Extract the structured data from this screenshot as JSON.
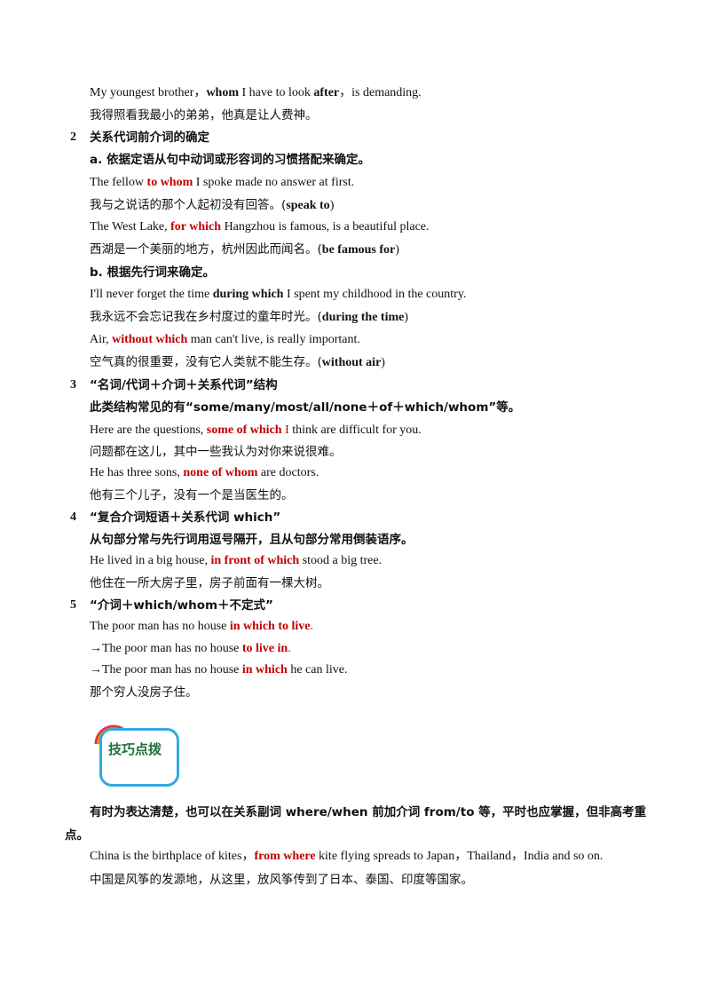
{
  "s1": {
    "l1": {
      "a": "My youngest brother，",
      "b": "whom",
      "c": " I have to look ",
      "d": "after",
      "e": "，is demanding."
    },
    "l2": "我得照看我最小的弟弟，他真是让人费神。"
  },
  "s2": {
    "num": "2",
    "title": "关系代词前介词的确定",
    "a_title": "a. 依据定语从句中动词或形容词的习惯搭配来确定。",
    "ex1": {
      "a": "The fellow ",
      "red": "to whom",
      "c": " I spoke made no answer at first."
    },
    "ex1_cn": {
      "a": "我与之说话的那个人起初没有回答。(",
      "b": "speak to",
      "c": ")"
    },
    "ex2": {
      "a": "The West Lake, ",
      "red": "for which",
      "c": " Hangzhou is famous, is a beautiful place."
    },
    "ex2_cn": {
      "a": "西湖是一个美丽的地方，杭州因此而闻名。(",
      "b": "be famous for",
      "c": ")"
    },
    "b_title": "b. 根据先行词来确定。",
    "ex3": {
      "a": "I'll never forget the time ",
      "b": "during which",
      "c": " I spent my childhood in the country."
    },
    "ex3_cn": {
      "a": "我永远不会忘记我在乡村度过的童年时光。(",
      "b": "during the time",
      "c": ")"
    },
    "ex4": {
      "a": "Air, ",
      "red": "without which",
      "c": " man can't live, is really important."
    },
    "ex4_cn": {
      "a": "空气真的很重要，没有它人类就不能生存。(",
      "b": "without air",
      "c": ")"
    }
  },
  "s3": {
    "num": "3",
    "title": "“名词/代词＋介词＋关系代词”结构",
    "sub": "此类结构常见的有“some/many/most/all/none＋of＋which/whom”等。",
    "ex1": {
      "a": "Here are the questions, ",
      "red": "some of which",
      "red2": " I",
      "c": " think are difficult for you."
    },
    "ex1_cn": "问题都在这儿，其中一些我认为对你来说很难。",
    "ex2": {
      "a": "He has three sons, ",
      "red": "none of whom",
      "c": " are doctors."
    },
    "ex2_cn": "他有三个儿子，没有一个是当医生的。"
  },
  "s4": {
    "num": "4",
    "title": "“复合介词短语＋关系代词 which”",
    "sub": "从句部分常与先行词用逗号隔开，且从句部分常用倒装语序。",
    "ex1": {
      "a": "He lived in a big house, ",
      "red": "in front of which",
      "c": " stood a big tree."
    },
    "ex1_cn": "他住在一所大房子里，房子前面有一棵大树。"
  },
  "s5": {
    "num": "5",
    "title": "“介词＋which/whom＋不定式”",
    "ex1": {
      "a": "The poor man has no house ",
      "red": "in which to live",
      "c": "."
    },
    "ex2": {
      "a": "→The poor man has no house ",
      "red": "to live in",
      "c": "."
    },
    "ex3": {
      "a": "→The poor man has no house ",
      "red": "in which",
      "c": " he can live."
    },
    "ex_cn": "那个穷人没房子住。"
  },
  "tip": {
    "badge": "技巧点拨",
    "p1": "有时为表达清楚，也可以在关系副词 where/when 前加介词 from/to 等，平时也应掌握，但非高考重",
    "p2": "点。",
    "ex1": {
      "a": "China is the birthplace of kites，",
      "red": "from where",
      "c": " kite flying spreads to Japan，Thailand，India and so on."
    },
    "ex1_cn": "中国是风筝的发源地，从这里，放风筝传到了日本、泰国、印度等国家。"
  },
  "colors": {
    "highlight": "#c00000",
    "badge_border": "#33aadd",
    "badge_text": "#1f6f3a"
  }
}
